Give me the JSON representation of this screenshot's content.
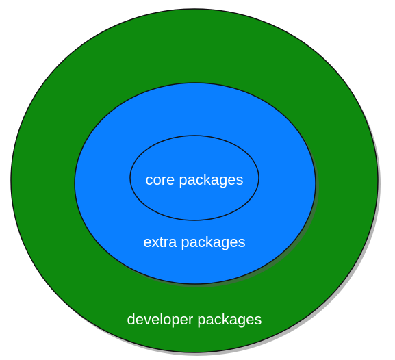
{
  "diagram": {
    "rings": {
      "outer": {
        "label": "developer packages",
        "fill": "#0e8a0e"
      },
      "middle": {
        "label": "extra packages",
        "fill": "#0a7fff"
      },
      "inner": {
        "label": "core packages",
        "fill": "#0a7fff"
      }
    },
    "stroke": "#111111",
    "shadow": "#7a7a7a",
    "text_color": "#ffffff"
  }
}
